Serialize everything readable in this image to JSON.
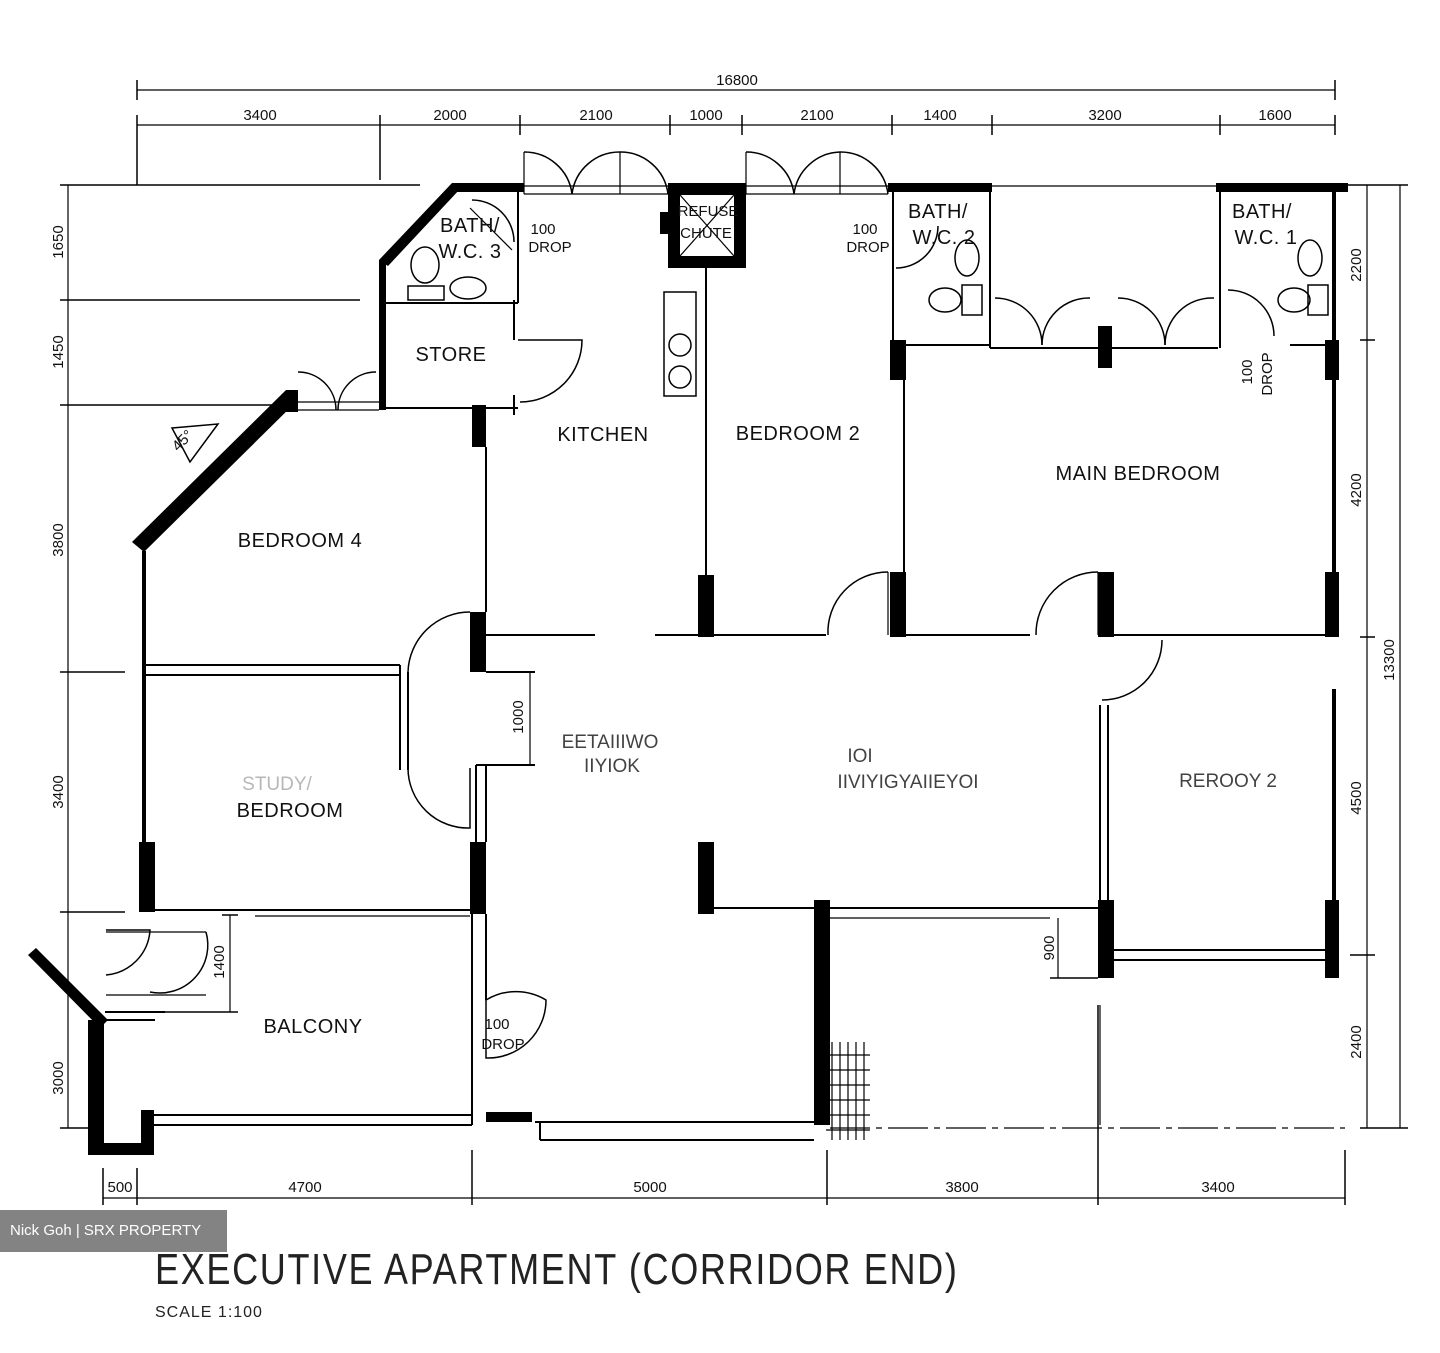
{
  "title": "EXECUTIVE APARTMENT (CORRIDOR END)",
  "scale": "SCALE 1:100",
  "watermark": "Nick Goh | SRX PROPERTY",
  "dimensions": {
    "overall_top": "16800",
    "top": [
      "3400",
      "2000",
      "2100",
      "1000",
      "2100",
      "1400",
      "3200",
      "1600"
    ],
    "bottom": [
      "500",
      "4700",
      "5000",
      "3800",
      "3400"
    ],
    "left": [
      "1650",
      "1450",
      "3800",
      "3400",
      "3000",
      "1400"
    ],
    "right": [
      "2200",
      "4200",
      "4500",
      "2400"
    ],
    "overall_right": "13300",
    "interior": [
      "1000",
      "900"
    ]
  },
  "rooms": {
    "bath3": [
      "BATH/",
      "W.C. 3"
    ],
    "bath2": [
      "BATH/",
      "W.C. 2"
    ],
    "bath1": [
      "BATH/",
      "W.C. 1"
    ],
    "refuse": [
      "REFUSE",
      "CHUTE"
    ],
    "store": "STORE",
    "kitchen": "KITCHEN",
    "bedroom2": "BEDROOM 2",
    "main_bedroom": "MAIN BEDROOM",
    "bedroom4": "BEDROOM 4",
    "study": [
      "STUDY/",
      "BEDROOM"
    ],
    "balcony": "BALCONY",
    "dining": [
      "EETAIIIWO",
      "IIYIOK"
    ],
    "living": [
      "IOI",
      "IIVIYIGYAIIEYOI"
    ],
    "bedroom3": "REROOY 2"
  },
  "drops": {
    "drop_value": "100",
    "drop_label": "DROP"
  },
  "angle": "45°"
}
